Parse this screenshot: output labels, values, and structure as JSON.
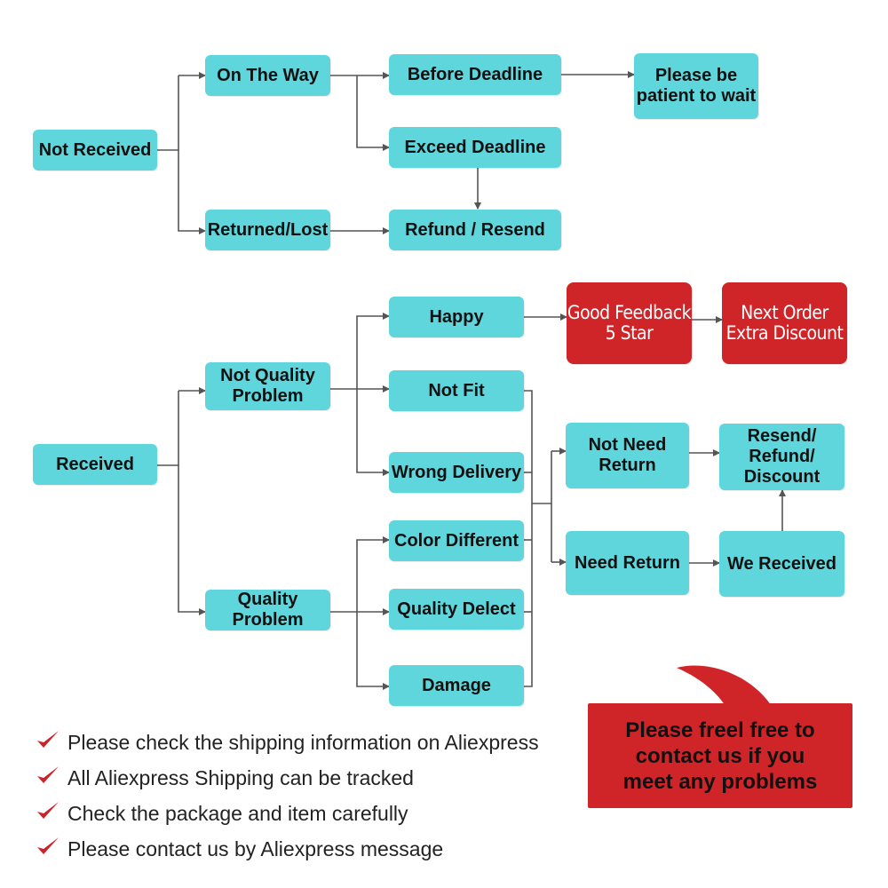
{
  "colors": {
    "node": "#5fd6dc",
    "highlight": "#cf2428",
    "line": "#555555",
    "check": "#c8242a"
  },
  "nodes": {
    "not_received": "Not Received",
    "on_the_way": "On The Way",
    "returned_lost": "Returned/Lost",
    "before_deadline": "Before Deadline",
    "exceed_deadline": "Exceed Deadline",
    "refund_resend": "Refund / Resend",
    "please_be_patient": "Please be\npatient to wait",
    "received": "Received",
    "not_quality_problem": "Not Quality\nProblem",
    "quality_problem": "Quality Problem",
    "happy": "Happy",
    "not_fit": "Not Fit",
    "wrong_delivery": "Wrong Delivery",
    "color_different": "Color Different",
    "quality_delect": "Quality Delect",
    "damage": "Damage",
    "good_feedback": "Good Feedback\n5 Star",
    "next_order": "Next Order\nExtra Discount",
    "not_need_return": "Not Need\nReturn",
    "need_return": "Need Return",
    "resend_refund_discount": "Resend/\nRefund/\nDiscount",
    "we_received": "We Received"
  },
  "notes": [
    "Please check the shipping information on Aliexpress",
    "All Aliexpress Shipping can be tracked",
    "Check the package and item carefully",
    "Please contact us by Aliexpress message"
  ],
  "contact_bubble": "Please freel free to\ncontact us if you\nmeet any problems",
  "icons": {
    "note_marker": "check-icon"
  }
}
